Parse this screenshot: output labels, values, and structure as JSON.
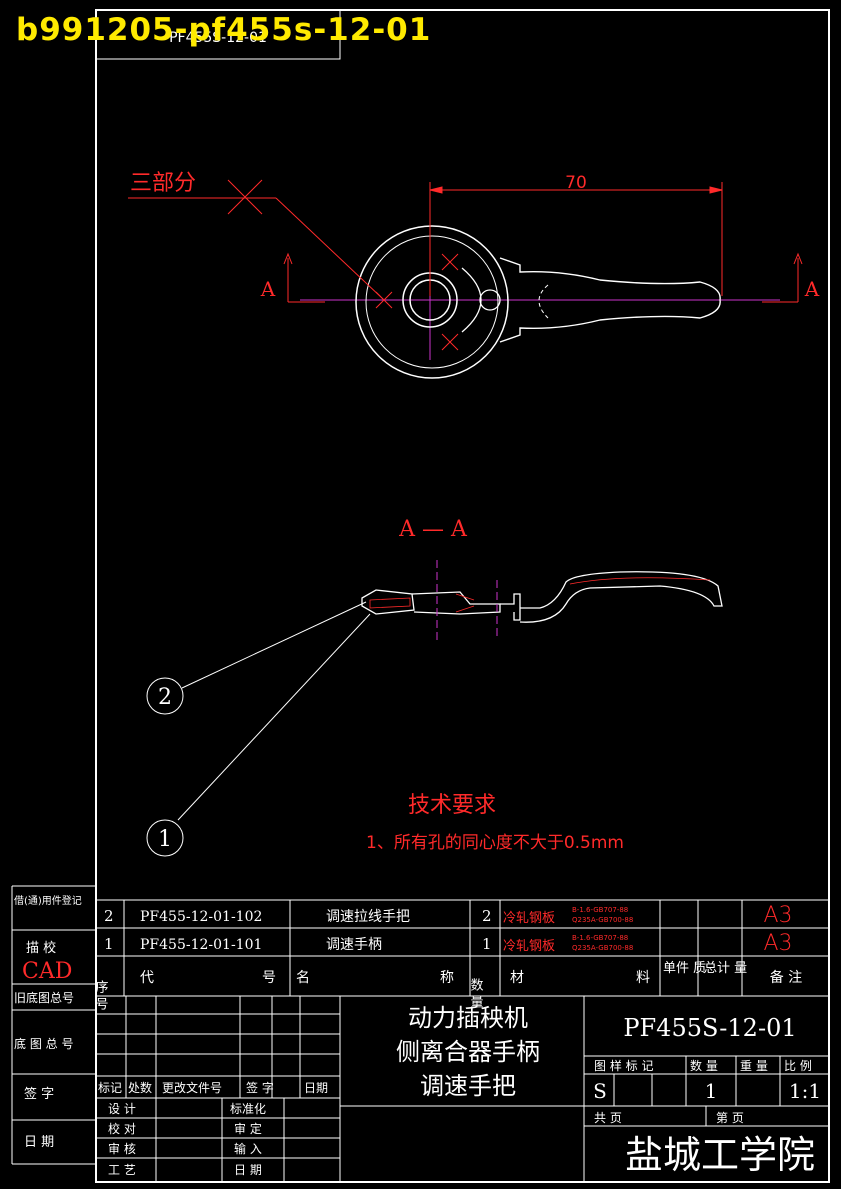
{
  "overlay": {
    "title": "b991205-pf455s-12-01",
    "top_box_text": "PF455S-12-01"
  },
  "colors": {
    "bg": "#000000",
    "line": "#ffffff",
    "annot": "#ff1a1a",
    "center": "#cc33cc",
    "banner": "#ffea00"
  },
  "views": {
    "part_label": "三部分",
    "dimension": "70",
    "section_mark": "A",
    "section_title": "A — A",
    "balloons": [
      "2",
      "1"
    ]
  },
  "tech": {
    "title": "技术要求",
    "note": "1、所有孔的同心度不大于0.5mm"
  },
  "bom": {
    "rows": [
      {
        "seq": "2",
        "code": "PF455-12-01-102",
        "name": "调速拉线手把",
        "qty": "2",
        "material": "冷轧钢板",
        "std1": "B-1.6-GB707-88",
        "std2": "Q235A-GB700-88",
        "note": "A3"
      },
      {
        "seq": "1",
        "code": "PF455-12-01-101",
        "name": "调速手柄",
        "qty": "1",
        "material": "冷轧钢板",
        "std1": "B-1.6-GB707-88",
        "std2": "Q235A-GB700-88",
        "note": "A3"
      }
    ],
    "header": {
      "seq": "序 号",
      "code_a": "代",
      "code_b": "号",
      "name_a": "名",
      "name_b": "称",
      "qty": "数 量",
      "mat_a": "材",
      "mat_b": "料",
      "unit_mass": "单件 质",
      "total_mass": "总计 量",
      "note": "备 注"
    }
  },
  "left_strip": {
    "labels": [
      "借(通)用件登记",
      "描 校",
      "旧底图总号",
      "底 图 总 号",
      "签 字",
      "日 期"
    ],
    "cad": "CAD"
  },
  "title_block": {
    "product_lines": [
      "动力插秧机",
      "侧离合器手柄",
      "调速手把"
    ],
    "drawing_no": "PF455S-12-01",
    "col_heads": [
      "图 样 标 记",
      "数 量",
      "重 量",
      "比 例"
    ],
    "mark": "S",
    "quantity": "1",
    "scale": "1:1",
    "total_pages": "共 页",
    "page_no": "第 页",
    "company": "盐城工学院",
    "revision_head": [
      "标记",
      "处数",
      "更改文件号",
      "签 字",
      "日期"
    ],
    "signoffs_left": [
      "设 计",
      "校 对",
      "审 核",
      "工 艺"
    ],
    "signoffs_right": [
      "标准化",
      "审 定",
      "输 入",
      "日 期"
    ]
  }
}
